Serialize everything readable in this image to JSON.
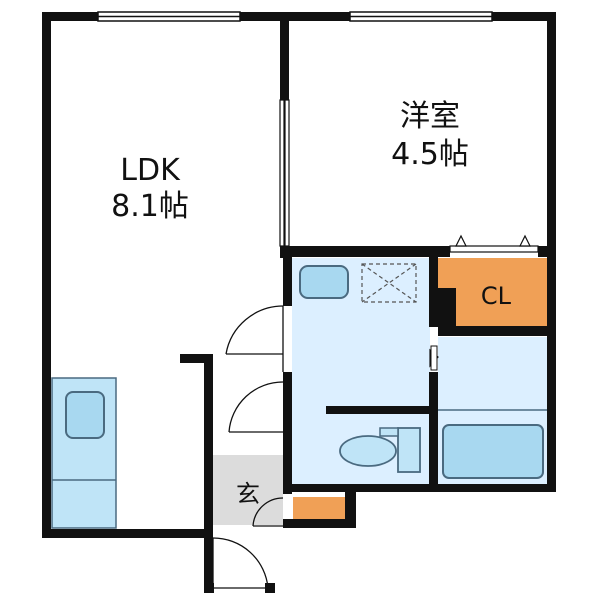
{
  "rooms": {
    "ldk": {
      "name": "LDK",
      "size": "8.1帖"
    },
    "western": {
      "name": "洋室",
      "size": "4.5帖"
    },
    "closet": {
      "name": "CL"
    },
    "entrance": {
      "name": "玄"
    }
  },
  "colors": {
    "wall": "#111111",
    "wet_area": "#dcefff",
    "fixture": "#bfe4f7",
    "fixture_stroke": "#4a6a80",
    "closet": "#f0a056",
    "entrance_floor": "#dcdcdc",
    "line": "#555555"
  },
  "icons": {
    "ldk_sink": "kitchen-sink-icon",
    "washbasin": "washbasin-icon",
    "washing_machine": "washing-machine-space-icon",
    "toilet": "toilet-icon",
    "bathtub": "bathtub-icon",
    "doors": "door-swing-icon"
  }
}
